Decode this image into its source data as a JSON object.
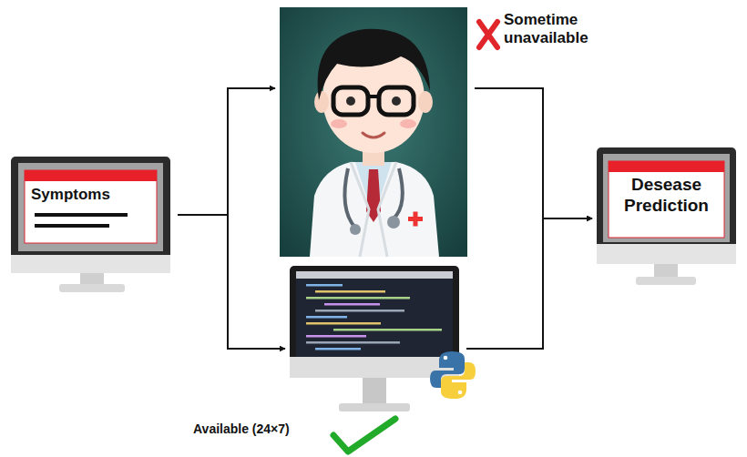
{
  "diagram": {
    "nodes": [
      {
        "text": [
          "Symptoms"
        ]
      },
      {
        "text": [
          "Sometime unavailable"
        ]
      },
      {
        "text": [
          "Available (24×7)"
        ]
      },
      {
        "text": [
          "Desease Prediction"
        ]
      }
    ],
    "edges": [
      {
        "from": 0,
        "to": 1,
        "arrow": "to"
      },
      {
        "from": 0,
        "to": 2,
        "arrow": "to"
      },
      {
        "from": 1,
        "to": 3,
        "arrow": "to"
      },
      {
        "from": 2,
        "to": 3,
        "arrow": "to"
      }
    ]
  }
}
